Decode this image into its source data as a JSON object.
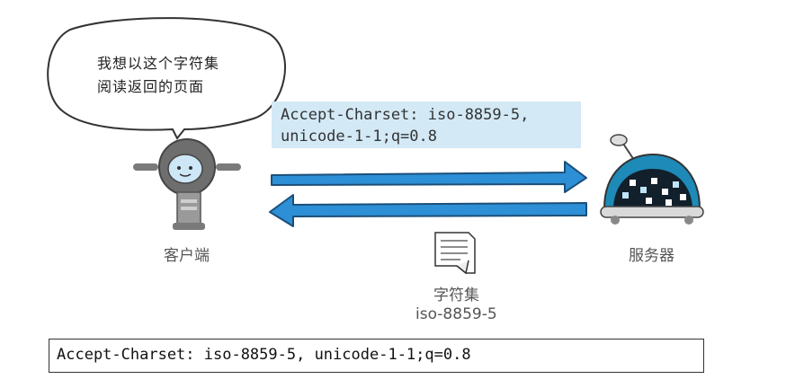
{
  "bubble": {
    "line1": "我想以这个字符集",
    "line2": "阅读返回的页面"
  },
  "request_header": {
    "line1": "Accept-Charset: iso-8859-5,",
    "line2": "unicode-1-1;q=0.8"
  },
  "client_label": "客户端",
  "server_label": "服务器",
  "document": {
    "label": "字符集",
    "value": "iso-8859-5"
  },
  "code_example": "Accept-Charset: iso-8859-5, unicode-1-1;q=0.8",
  "colors": {
    "arrow": "#2d8fd5",
    "header_bg": "#d3e9f6",
    "robot_body": "#6b6b6b",
    "server_shell": "#1e8ab8"
  }
}
